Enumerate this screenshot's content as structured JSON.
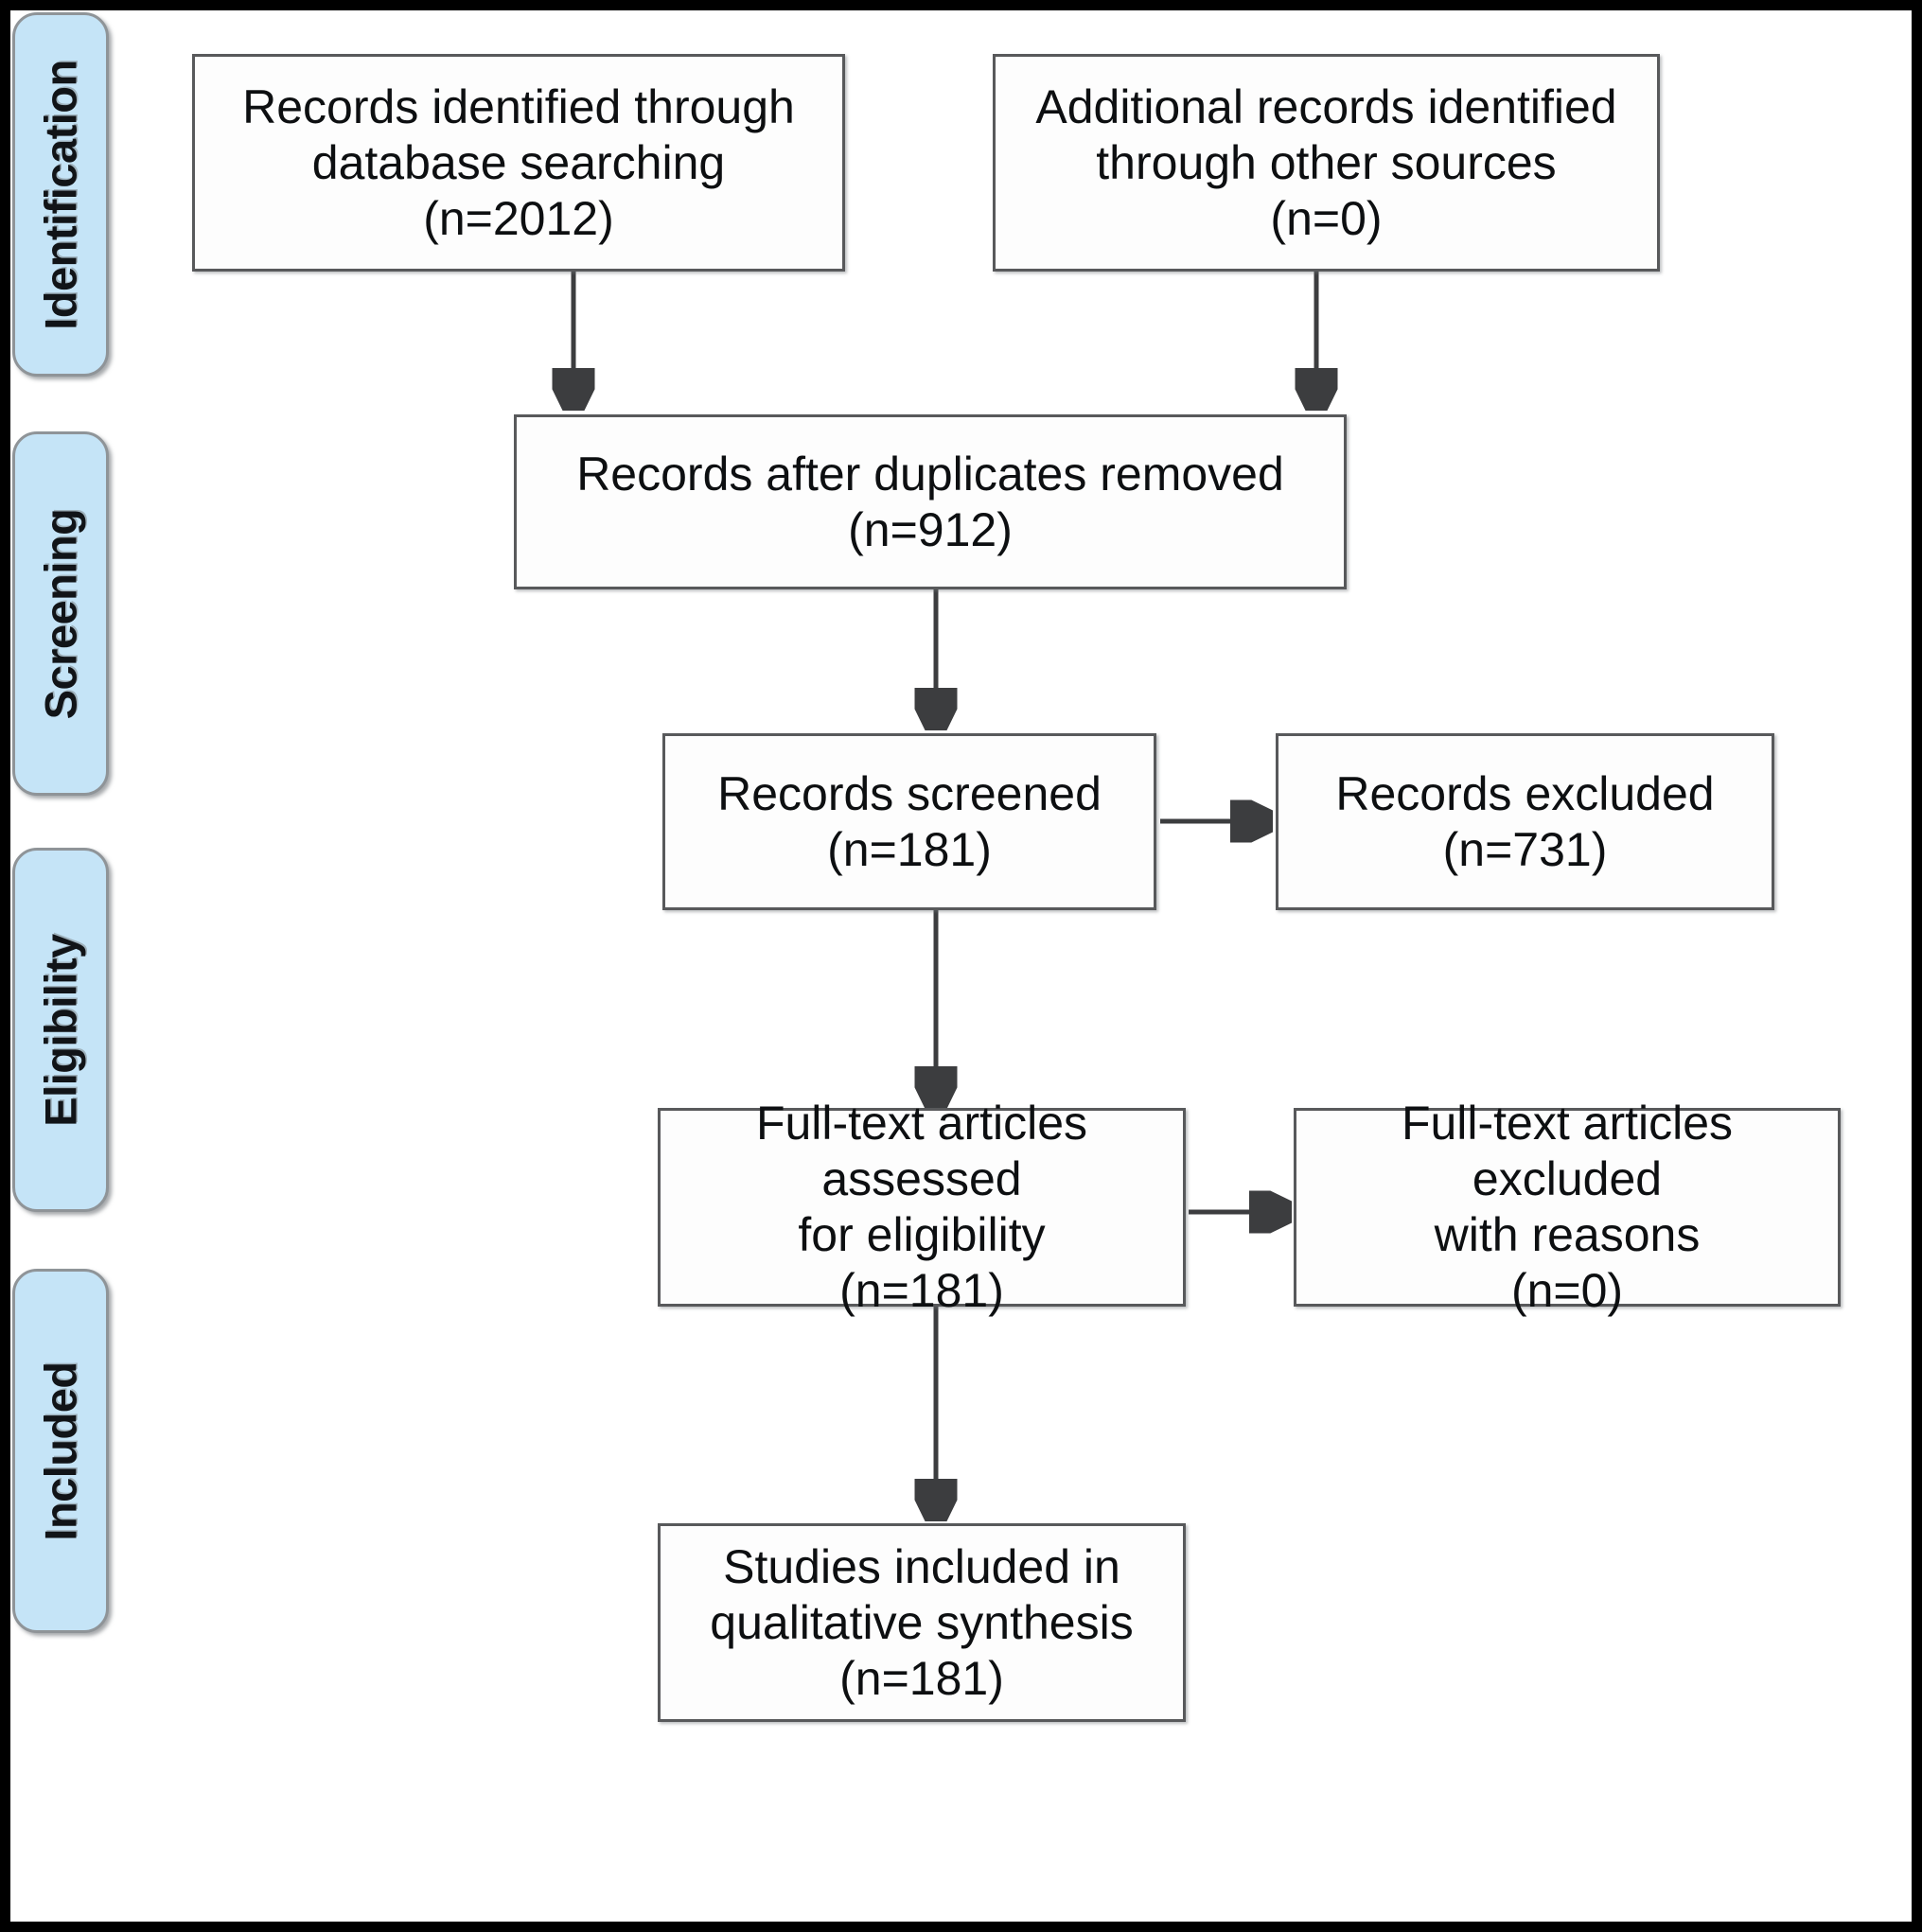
{
  "figure": {
    "type": "prisma-flow-diagram",
    "frame_color": "#000000",
    "background": "#ffffff",
    "pill_fill": "#c5e4f7",
    "pill_border": "#8f9498",
    "box_border": "#58595b",
    "text_color": "#0d0f11"
  },
  "stages": [
    {
      "label": "Identification"
    },
    {
      "label": "Screening"
    },
    {
      "label": "Eligibility"
    },
    {
      "label": "Included"
    }
  ],
  "boxes": {
    "database_search": {
      "title": "Records identified through database searching",
      "count_label": "(n=2012)",
      "text": "Records identified through\ndatabase searching\n(n=2012)"
    },
    "other_sources": {
      "title": "Additional records identified through other sources",
      "count_label": "(n=0)",
      "text": "Additional records identified\nthrough other sources\n(n=0)"
    },
    "duplicates_removed": {
      "title": "Records after duplicates removed",
      "count_label": "(n=912)",
      "text": "Records after duplicates removed\n(n=912)"
    },
    "records_screened": {
      "title": "Records screened",
      "count_label": "(n=181)",
      "text": "Records screened\n(n=181)"
    },
    "records_excluded": {
      "title": "Records excluded",
      "count_label": "(n=731)",
      "text": "Records excluded\n(n=731)"
    },
    "fulltext_assessed": {
      "title": "Full-text articles assessed for eligibility",
      "count_label": "(n=181)",
      "text": "Full-text articles assessed\nfor eligibility\n(n=181)"
    },
    "fulltext_excluded": {
      "title": "Full-text articles excluded with reasons",
      "count_label": "(n=0)",
      "text": "Full-text articles excluded\nwith reasons\n(n=0)"
    },
    "studies_included": {
      "title": "Studies included in qualitative synthesis",
      "count_label": "(n=181)",
      "text": "Studies included in\nqualitative synthesis\n(n=181)"
    }
  },
  "chart_data": {
    "type": "diagram",
    "title": "PRISMA flow diagram",
    "nodes": [
      {
        "id": "database_search",
        "stage": "Identification",
        "label": "Records identified through database searching",
        "n": 2012
      },
      {
        "id": "other_sources",
        "stage": "Identification",
        "label": "Additional records identified through other sources",
        "n": 0
      },
      {
        "id": "duplicates_removed",
        "stage": "Identification",
        "label": "Records after duplicates removed",
        "n": 912
      },
      {
        "id": "records_screened",
        "stage": "Screening",
        "label": "Records screened",
        "n": 181
      },
      {
        "id": "records_excluded",
        "stage": "Screening",
        "label": "Records excluded",
        "n": 731
      },
      {
        "id": "fulltext_assessed",
        "stage": "Eligibility",
        "label": "Full-text articles assessed for eligibility",
        "n": 181
      },
      {
        "id": "fulltext_excluded",
        "stage": "Eligibility",
        "label": "Full-text articles excluded with reasons",
        "n": 0
      },
      {
        "id": "studies_included",
        "stage": "Included",
        "label": "Studies included in qualitative synthesis",
        "n": 181
      }
    ],
    "edges": [
      {
        "from": "database_search",
        "to": "duplicates_removed",
        "direction": "down"
      },
      {
        "from": "other_sources",
        "to": "duplicates_removed",
        "direction": "down"
      },
      {
        "from": "duplicates_removed",
        "to": "records_screened",
        "direction": "down"
      },
      {
        "from": "records_screened",
        "to": "records_excluded",
        "direction": "right"
      },
      {
        "from": "records_screened",
        "to": "fulltext_assessed",
        "direction": "down"
      },
      {
        "from": "fulltext_assessed",
        "to": "fulltext_excluded",
        "direction": "right"
      },
      {
        "from": "fulltext_assessed",
        "to": "studies_included",
        "direction": "down"
      }
    ]
  }
}
